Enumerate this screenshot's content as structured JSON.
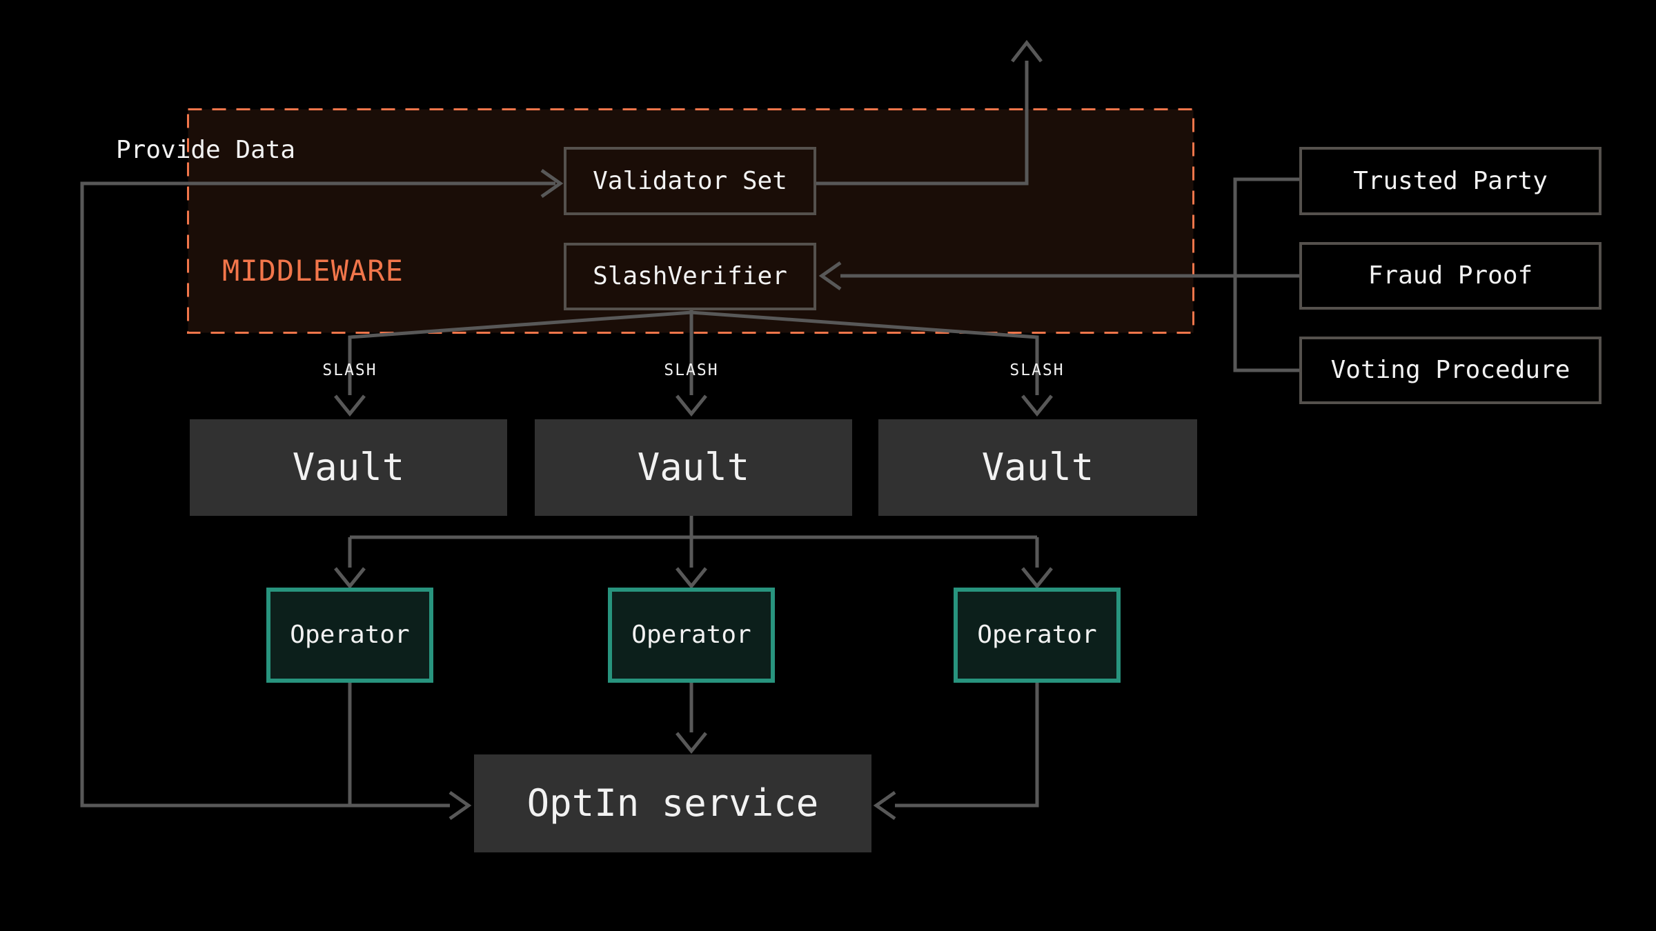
{
  "theme": {
    "background": "#000000",
    "text_color": "#f2f2f2",
    "line_gray": "#585858",
    "box_border_gray": "#55514d",
    "panel_gray": "#313131",
    "accent_orange": "#f2764b",
    "middleware_fill": "#1a0d07",
    "teal": "#28947e",
    "operator_fill": "#0c1f1b"
  },
  "diagram": {
    "provide_data_label": "Provide Data",
    "middleware": {
      "label": "MIDDLEWARE",
      "validator_set_label": "Validator Set",
      "slash_verifier_label": "SlashVerifier"
    },
    "external_boxes": {
      "trusted_party": "Trusted Party",
      "fraud_proof": "Fraud Proof",
      "voting_procedure": "Voting Procedure"
    },
    "slash_labels": [
      "SLASH",
      "SLASH",
      "SLASH"
    ],
    "vaults": [
      "Vault",
      "Vault",
      "Vault"
    ],
    "operators": [
      "Operator",
      "Operator",
      "Operator"
    ],
    "optin_label": "OptIn service"
  }
}
